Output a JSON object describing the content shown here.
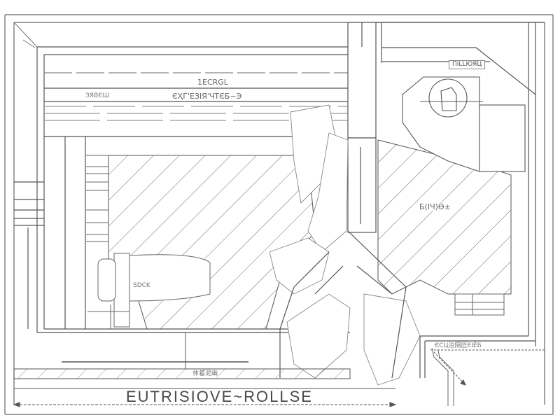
{
  "drawing": {
    "type": "architectural-plan-sketch",
    "line_color": "#555555",
    "hatch_color": "#666666",
    "background": "#ffffff",
    "title": "EUTRISIOVE~ROLLSE",
    "labels": {
      "top_heading": "1ECRGL",
      "top_subheading": "ЄҲГ'ЕЗІЯ'ЧТЄБ~Э",
      "top_left_note": "ЗЯВЄШ",
      "top_right_tag": "ПІLLЮЯЦ",
      "right_room_label": "Б(ІЧ)Ѳ±",
      "left_detail_label": "SDCK",
      "bottom_strip_label": "休着泥幽",
      "bottom_right_callout": "ЄСЦ泊隔匠ЕІЁБ"
    }
  }
}
